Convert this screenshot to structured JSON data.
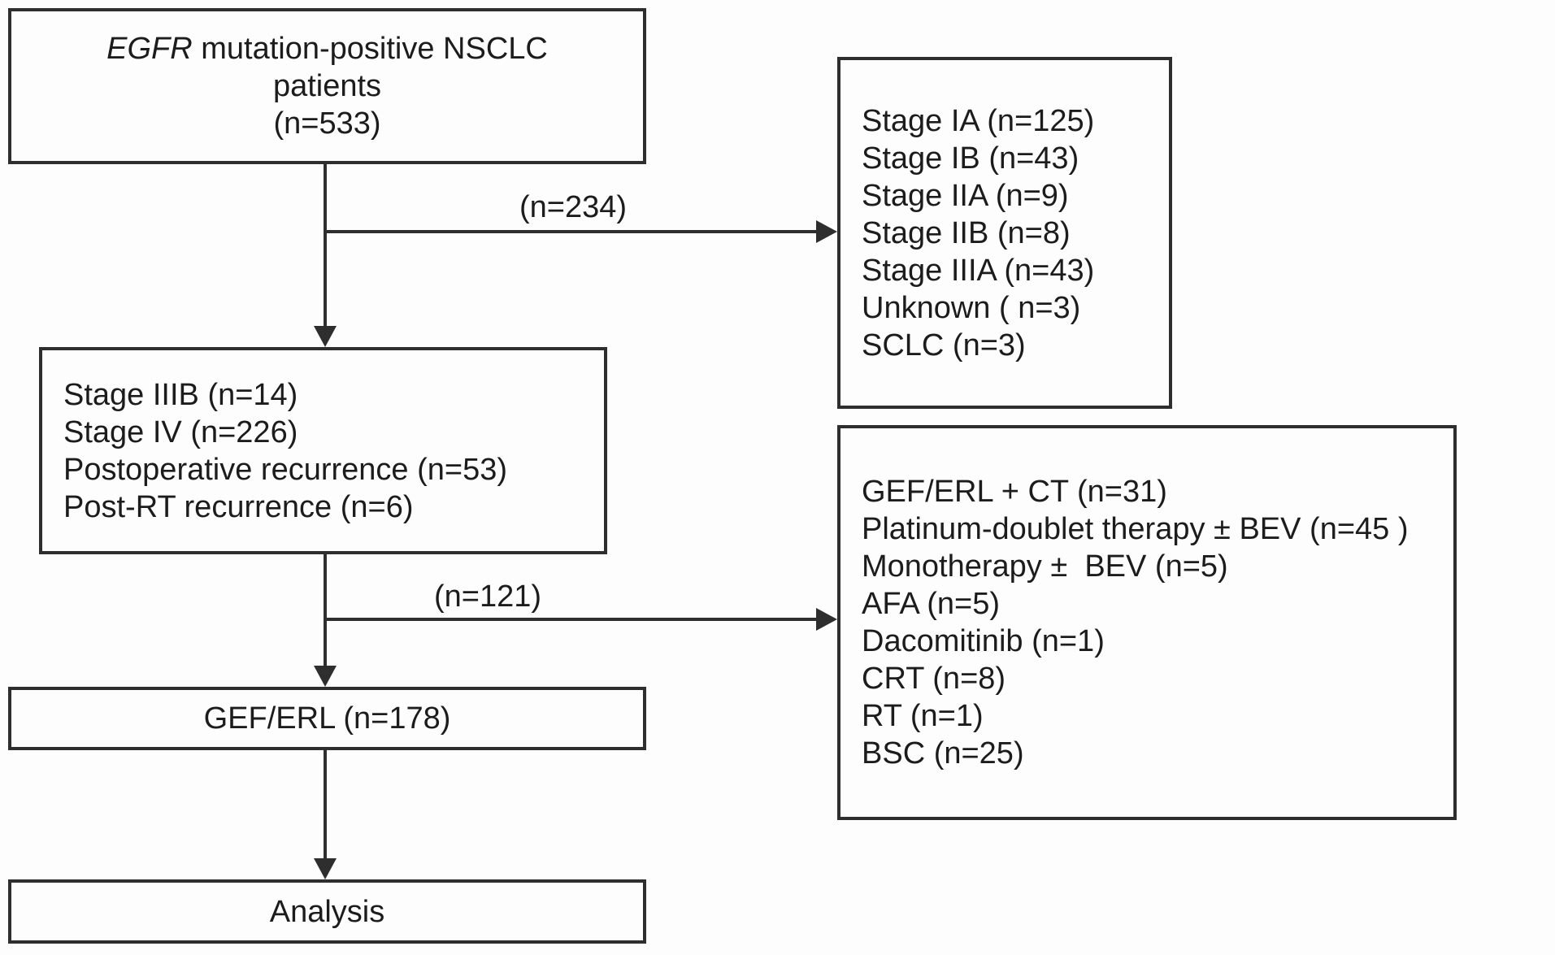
{
  "diagram": {
    "type": "patient-flow-chart",
    "boxes": {
      "top": {
        "line1_italic": "EGFR",
        "line1_rest": " mutation-positive NSCLC",
        "line2": "patients",
        "line3": "(n=533)"
      },
      "excluded_stages": {
        "lines": [
          "Stage IA (n=125)",
          "Stage IB (n=43)",
          "Stage IIA (n=9)",
          "Stage IIB (n=8)",
          "Stage IIIA (n=43)",
          "Unknown ( n=3)",
          "SCLC (n=3)"
        ]
      },
      "advanced_disease": {
        "lines": [
          "Stage IIIB (n=14)",
          "Stage IV (n=226)",
          "Postoperative recurrence (n=53)",
          "Post-RT recurrence (n=6)"
        ]
      },
      "other_treatments": {
        "lines": [
          "GEF/ERL + CT (n=31)",
          "Platinum-doublet therapy ± BEV (n=45 )",
          "Monotherapy ±  BEV (n=5)",
          "AFA (n=5)",
          "Dacomitinib (n=1)",
          "CRT (n=8)",
          "RT (n=1)",
          "BSC (n=25)"
        ]
      },
      "gef_erl": {
        "label": "GEF/ERL (n=178)"
      },
      "analysis": {
        "label": "Analysis"
      }
    },
    "edge_labels": {
      "excluded_n": "(n=234)",
      "other_treatment_n": "(n=121)"
    },
    "colors": {
      "line": "#2e2e2e",
      "text": "#1c1c1c",
      "background": "#fdfdfd"
    }
  }
}
